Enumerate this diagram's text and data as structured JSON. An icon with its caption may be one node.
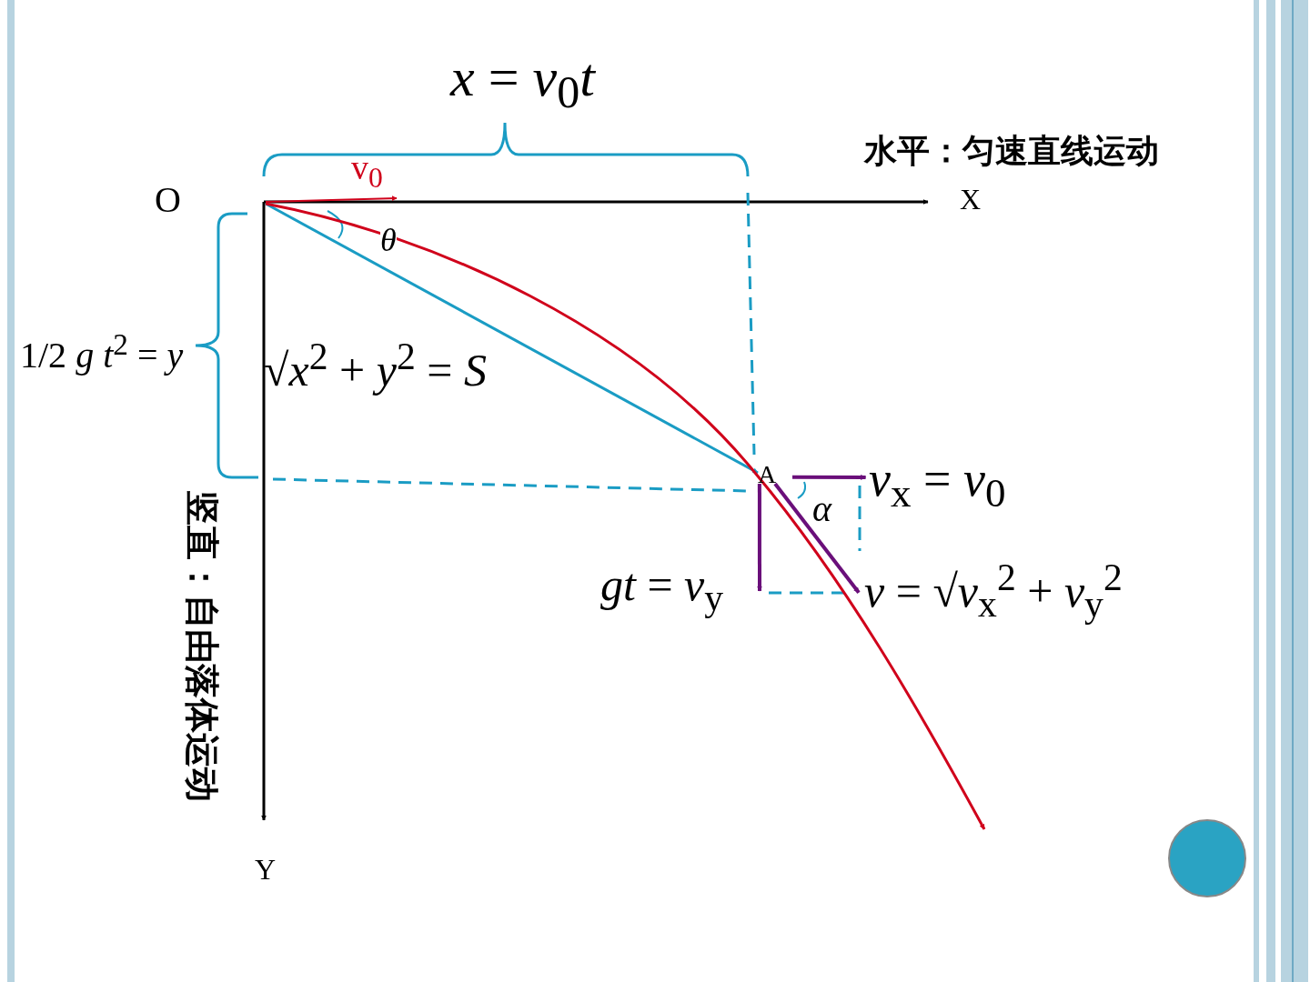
{
  "diagram": {
    "nodes": [
      {
        "text": [
          "O"
        ]
      },
      {
        "text": [
          "A"
        ]
      },
      {
        "text": [
          "*v*$_{x}$ = *v*$_{0}$"
        ]
      },
      {
        "text": [
          "*v* = √*v*$_{x}$$^{2}$ + *v*$_{y}$$^{2}$"
        ]
      },
      {
        "text": [
          "v$_{0}$"
        ]
      }
    ],
    "edges": [
      {
        "from": 0,
        "to": 1,
        "arrow": "to",
        "color": "#1a9cc4"
      },
      {
        "from": 0,
        "to": null,
        "arrow": "to",
        "color": "#d0021b"
      },
      {
        "from": 0,
        "to": 4,
        "arrow": "to",
        "color": "#d0021b"
      },
      {
        "from": 1,
        "to": 2,
        "arrow": "to",
        "color": "#6a0f7a"
      },
      {
        "from": 1,
        "to": null,
        "arrow": "to",
        "color": "#6a0f7a"
      },
      {
        "from": 1,
        "to": 3,
        "arrow": "to",
        "color": "#6a0f7a"
      }
    ],
    "labels": [
      "*x* = *v*$_{0}$*t*",
      "水平：匀速直线运动",
      "X",
      "*θ*",
      "1/2 *g t*$^{2}$ = *y*",
      "√*x*$^{2}$ + *y*$^{2}$ = *S*",
      "竖直：自由落体运动",
      "Y",
      "*α*",
      "*gt* = *v*$_{y}$"
    ]
  }
}
